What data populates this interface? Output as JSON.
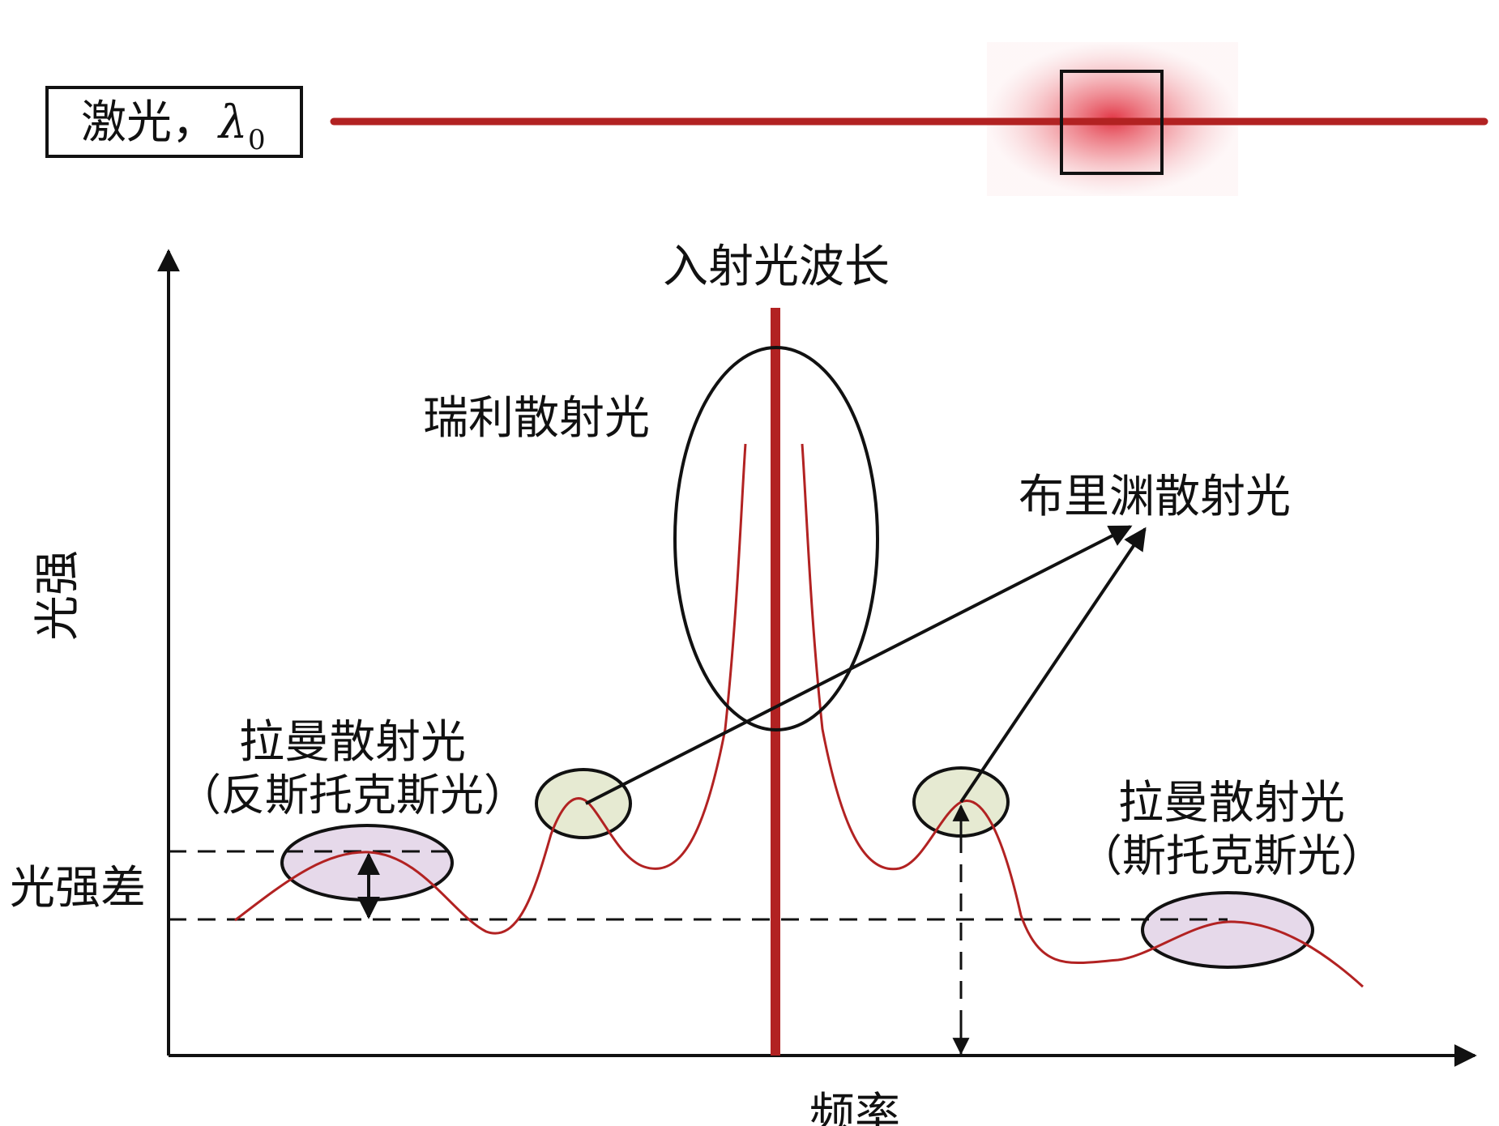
{
  "laser": {
    "label": "激光，",
    "symbol": "λ",
    "subscript": "0"
  },
  "labels": {
    "incident_wavelength": "入射光波长",
    "rayleigh": "瑞利散射光",
    "brillouin": "布里渊散射光",
    "raman_anti_line1": "拉曼散射光",
    "raman_anti_line2": "（反斯托克斯光）",
    "raman_stokes_line1": "拉曼散射光",
    "raman_stokes_line2": "（斯托克斯光）",
    "intensity_difference": "光强差"
  },
  "axes": {
    "ylabel": "光强",
    "xlabel": "频率"
  },
  "colors": {
    "laser_red": "#b22222",
    "green_fill": "#e6ead2",
    "purple_fill": "#e6d9ea",
    "glow": "#e53946"
  }
}
